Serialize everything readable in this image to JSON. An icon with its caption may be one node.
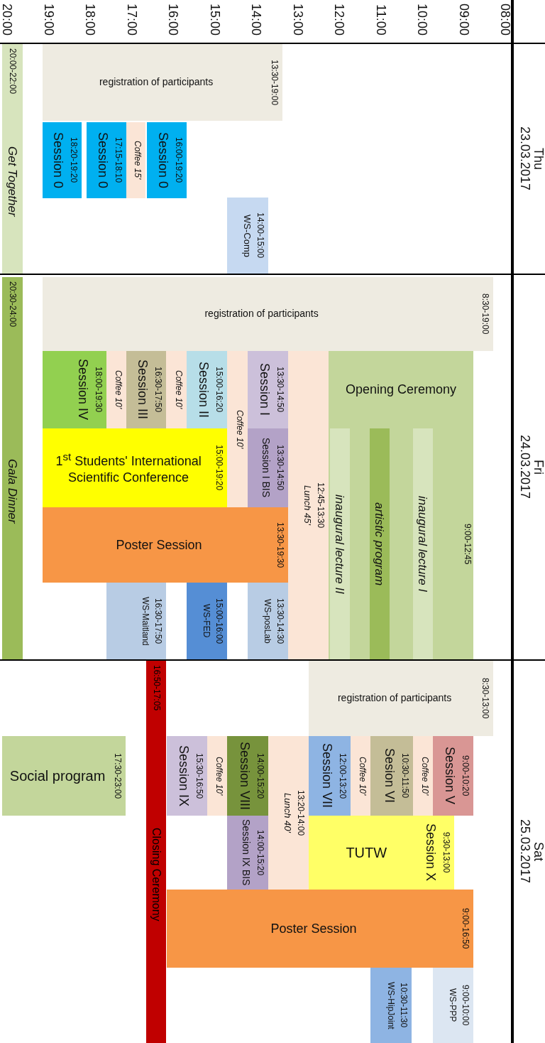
{
  "diagram": {
    "nodes": [
      {
        "text": [
          "13:30-19:00",
          "registration of participants"
        ]
      },
      {
        "text": [
          "16:00-19:20",
          "Session 0"
        ]
      },
      {
        "text": [
          "Coffee 15'"
        ]
      },
      {
        "text": [
          "17:15-18:10",
          "Session 0"
        ]
      },
      {
        "text": [
          "18:20-19:20",
          "Session 0"
        ]
      },
      {
        "text": [
          "14:00-15:00",
          "WS-Comp"
        ]
      },
      {
        "text": [
          "20:00-22:00",
          "Get Together"
        ]
      },
      {
        "text": [
          "8:30-19:00",
          "registration of participants"
        ]
      },
      {
        "text": [
          "Opening Ceremony",
          "9:00-12:45"
        ]
      },
      {
        "text": [
          "inaugural lecture I"
        ],
        "in": 8
      },
      {
        "text": [
          "artistic program"
        ],
        "in": 8
      },
      {
        "text": [
          "inaugural lecture II"
        ],
        "in": 8
      },
      {
        "text": [
          "12:45-13:30",
          "Lunch 45'"
        ]
      },
      {
        "text": [
          "13:30-14:50",
          "Session I"
        ]
      },
      {
        "text": [
          "13:30-14:50",
          "Session I BIS"
        ]
      },
      {
        "text": [
          "Coffee 10'"
        ]
      },
      {
        "text": [
          "15:00-16:20",
          "Session II"
        ]
      },
      {
        "text": [
          "Coffee 10'"
        ]
      },
      {
        "text": [
          "16:30-17:50",
          "Session III"
        ]
      },
      {
        "text": [
          "Coffee 10'"
        ]
      },
      {
        "text": [
          "18:00-19:30",
          "Session IV"
        ]
      },
      {
        "text": [
          "15:00-19:20",
          "1$^{st}$ Students' International Scientific Conference"
        ]
      },
      {
        "text": [
          "13:30-19:30",
          "Poster Session"
        ]
      },
      {
        "text": [
          "13:30-14:30",
          "WS-posLab"
        ]
      },
      {
        "text": [
          "15:00-16:00",
          "WS-FED"
        ]
      },
      {
        "text": [
          "16:30-17:50",
          "WS-Maitland"
        ]
      },
      {
        "text": [
          "20:30-24:00",
          "Gala Dinner"
        ]
      },
      {
        "text": [
          "8:30-13:00",
          "registration of participants"
        ]
      },
      {
        "text": [
          "9:00-10:20",
          "Session V"
        ]
      },
      {
        "text": [
          "Coffee 10'"
        ]
      },
      {
        "text": [
          "10:30-11:50",
          "Sesion VI"
        ]
      },
      {
        "text": [
          "Coffee 10'"
        ]
      },
      {
        "text": [
          "12:00-13:20",
          "Session VII"
        ]
      },
      {
        "text": [
          "9:30-13:00",
          "Session X",
          "TUTW"
        ]
      },
      {
        "text": [
          "13:20-14:00",
          "Lunch 40'"
        ]
      },
      {
        "text": [
          "14:00-15:20",
          "Session VIII"
        ]
      },
      {
        "text": [
          "14:00-15:20",
          "Session IX BIS"
        ]
      },
      {
        "text": [
          "Coffee 10'"
        ]
      },
      {
        "text": [
          "15:30-16:50",
          "Session IX"
        ]
      },
      {
        "text": [
          "9:00-16:50",
          "Poster Session"
        ]
      },
      {
        "text": [
          "9:00-10:00",
          "WS-PPP"
        ]
      },
      {
        "text": [
          "10:30-11:30",
          "WS-HipJoint"
        ]
      },
      {
        "text": [
          "16:50-17:05",
          "Closing Ceremony"
        ]
      },
      {
        "text": [
          "17:30-23:00",
          "Social program"
        ]
      }
    ],
    "labels": [
      "20:00",
      "19:00",
      "18:00",
      "17:00",
      "16:00",
      "15:00",
      "14:00",
      "13:00",
      "12:00",
      "11:00",
      "10:00",
      "09:00",
      "08:00",
      "Thu",
      "23.03.2017",
      "Fri",
      "24.03.2017",
      "Sat",
      "25.03.2017"
    ]
  }
}
